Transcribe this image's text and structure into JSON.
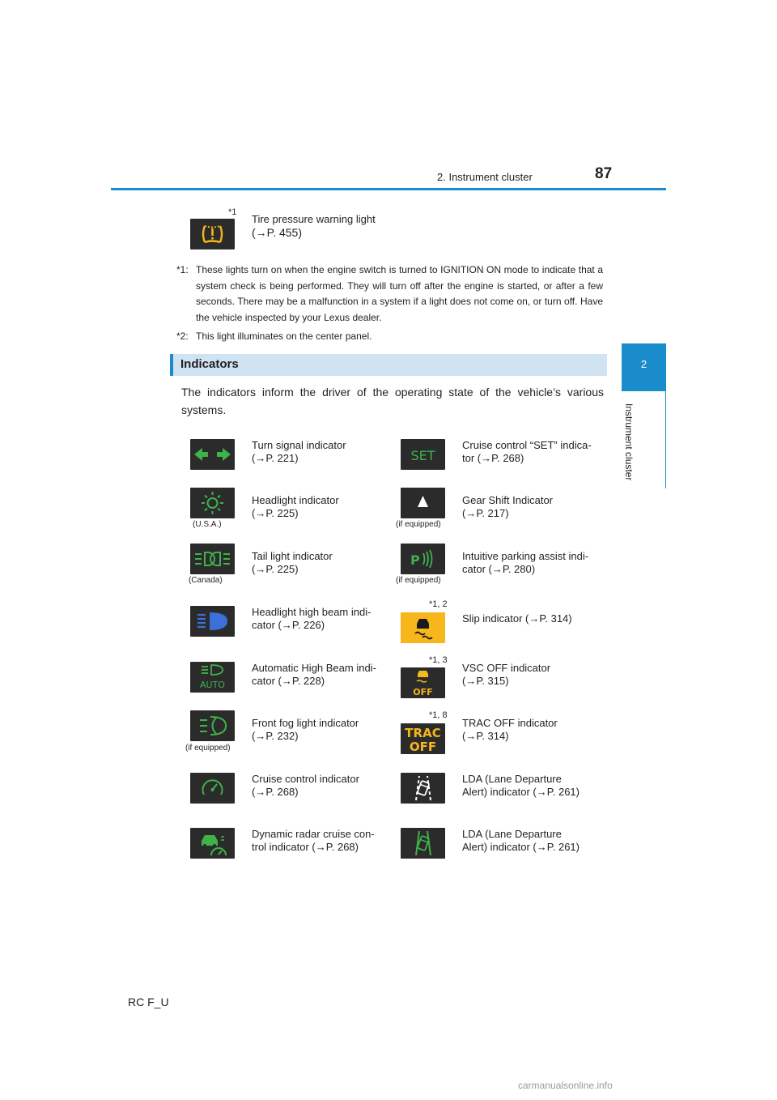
{
  "header": {
    "section": "2. Instrument cluster",
    "page_number": "87"
  },
  "side_tab": {
    "number": "2",
    "label": "Instrument cluster"
  },
  "tire_light": {
    "star": "*1",
    "line1": "Tire pressure warning light",
    "line2": "(→P. 455)"
  },
  "footnotes": [
    {
      "mark": "*1:",
      "text": "These lights turn on when the engine switch is turned to IGNITION ON mode to indicate that a system check is being performed. They will turn off after the engine is started, or after a few seconds. There may be a malfunction in a system if a light does not come on, or turn off. Have the vehicle inspected by your Lexus dealer."
    },
    {
      "mark": "*2:",
      "text": "This light illuminates on the center panel."
    }
  ],
  "section": {
    "title": "Indicators",
    "intro": "The indicators inform the driver of the operating state of the vehicle’s various systems."
  },
  "left_items": [
    {
      "icon": "turn-signal-icon",
      "caption": "",
      "line1": "Turn signal indicator",
      "line2": "(→P. 221)"
    },
    {
      "icon": "headlight-icon",
      "caption": "(U.S.A.)",
      "line1": "Headlight indicator",
      "line2": "(→P. 225)"
    },
    {
      "icon": "tail-light-icon",
      "caption": "(Canada)",
      "line1": "Tail light indicator",
      "line2": "(→P. 225)"
    },
    {
      "icon": "high-beam-icon",
      "caption": "",
      "line1": "Headlight high beam indi-",
      "line2": "cator (→P. 226)"
    },
    {
      "icon": "auto-high-beam-icon",
      "caption": "",
      "line1": "Automatic High Beam indi-",
      "line2": "cator (→P. 228)"
    },
    {
      "icon": "front-fog-icon",
      "caption": "(if equipped)",
      "line1": "Front fog light indicator",
      "line2": "(→P. 232)"
    },
    {
      "icon": "cruise-control-icon",
      "caption": "",
      "line1": "Cruise control indicator",
      "line2": "(→P. 268)"
    },
    {
      "icon": "radar-cruise-icon",
      "caption": "",
      "line1": "Dynamic radar cruise con-",
      "line2": "trol indicator (→P. 268)"
    }
  ],
  "right_items": [
    {
      "icon": "set-icon",
      "caption": "",
      "star": "",
      "line1": "Cruise control “SET” indica-",
      "line2": "tor (→P. 268)"
    },
    {
      "icon": "gear-shift-icon",
      "caption": "(if equipped)",
      "star": "",
      "line1": "Gear Shift Indicator",
      "line2": "(→P. 217)"
    },
    {
      "icon": "parking-assist-icon",
      "caption": "(if equipped)",
      "star": "",
      "line1": "Intuitive parking assist indi-",
      "line2": "cator (→P. 280)"
    },
    {
      "icon": "slip-icon",
      "caption": "",
      "star": "*1, 2",
      "line1": "Slip indicator (→P. 314)",
      "line2": ""
    },
    {
      "icon": "vsc-off-icon",
      "caption": "",
      "star": "*1, 3",
      "line1": "VSC OFF indicator",
      "line2": "(→P. 315)"
    },
    {
      "icon": "trac-off-icon",
      "caption": "",
      "star": "*1, 8",
      "line1": "TRAC OFF indicator",
      "line2": "(→P. 314)"
    },
    {
      "icon": "lda-icon",
      "caption": "",
      "star": "",
      "line1": "LDA (Lane Departure",
      "line2": "Alert) indicator (→P. 261)"
    },
    {
      "icon": "lda-green-icon",
      "caption": "",
      "star": "",
      "line1": "LDA (Lane Departure",
      "line2": "Alert) indicator (→P. 261)"
    }
  ],
  "icon_text": {
    "set": "SET",
    "auto": "AUTO",
    "off": "OFF",
    "trac": "TRAC",
    "trac_off": "OFF"
  },
  "footer": {
    "model": "RC F_U"
  },
  "brand": "carmanualsonline.info",
  "colors": {
    "accent": "#1a8ccc",
    "green": "#3fb24a",
    "blue": "#3b6fd9",
    "amber": "#f6b61c"
  }
}
